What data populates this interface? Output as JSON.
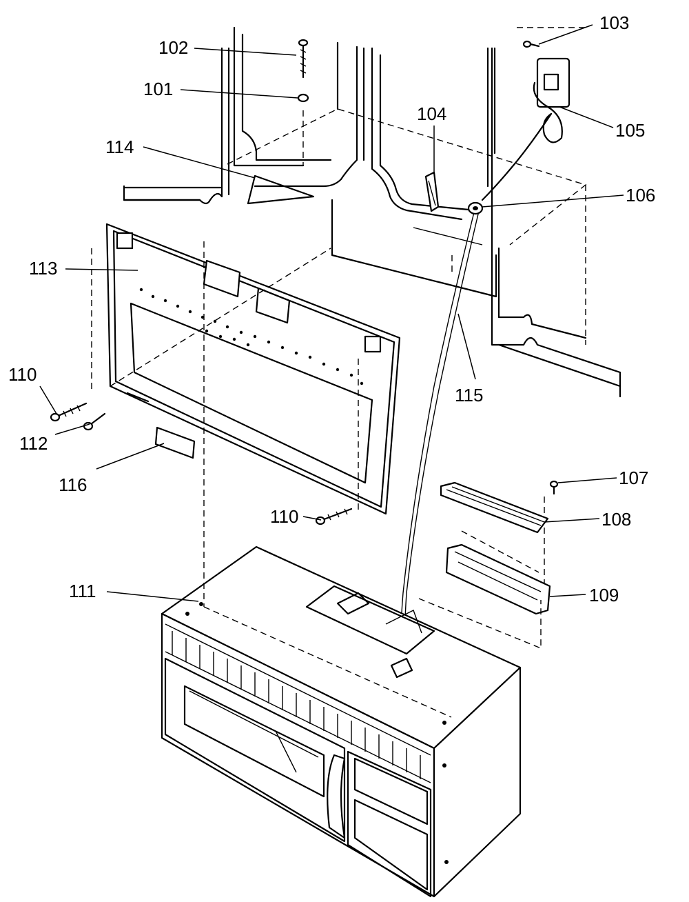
{
  "callouts": [
    {
      "id": "101",
      "text": "101"
    },
    {
      "id": "102",
      "text": "102"
    },
    {
      "id": "103",
      "text": "103"
    },
    {
      "id": "104",
      "text": "104"
    },
    {
      "id": "105",
      "text": "105"
    },
    {
      "id": "106",
      "text": "106"
    },
    {
      "id": "107",
      "text": "107"
    },
    {
      "id": "108",
      "text": "108"
    },
    {
      "id": "109",
      "text": "109"
    },
    {
      "id": "110a",
      "text": "110"
    },
    {
      "id": "110b",
      "text": "110"
    },
    {
      "id": "111",
      "text": "111"
    },
    {
      "id": "112",
      "text": "112"
    },
    {
      "id": "113",
      "text": "113"
    },
    {
      "id": "114",
      "text": "114"
    },
    {
      "id": "115",
      "text": "115"
    },
    {
      "id": "116",
      "text": "116"
    }
  ]
}
